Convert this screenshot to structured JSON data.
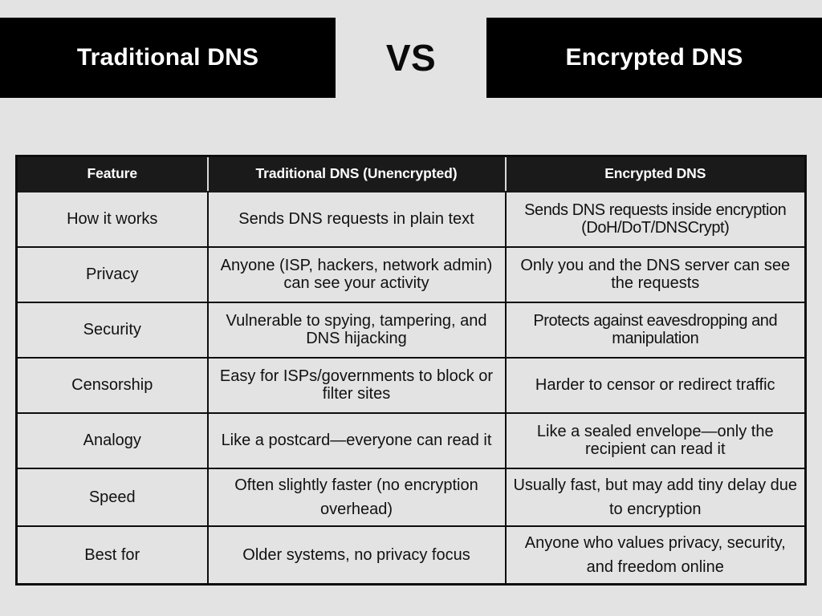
{
  "header": {
    "left_banner": "Traditional DNS",
    "versus": "VS",
    "right_banner": "Encrypted DNS"
  },
  "table": {
    "columns": [
      "Feature",
      "Traditional DNS (Unencrypted)",
      "Encrypted DNS"
    ],
    "rows": [
      {
        "feature": "How it works",
        "traditional": "Sends DNS requests in plain text",
        "encrypted": "Sends DNS requests inside encryption (DoH/DoT/DNSCrypt)"
      },
      {
        "feature": "Privacy",
        "traditional": "Anyone (ISP, hackers, network admin) can see your activity",
        "encrypted": "Only you and the DNS server can see the requests"
      },
      {
        "feature": "Security",
        "traditional": "Vulnerable to spying, tampering, and DNS hijacking",
        "encrypted": "Protects against eavesdropping and manipulation"
      },
      {
        "feature": "Censorship",
        "traditional": "Easy for ISPs/governments to block or filter sites",
        "encrypted": "Harder to censor or redirect traffic"
      },
      {
        "feature": "Analogy",
        "traditional": "Like a postcard—everyone can read it",
        "encrypted": "Like a sealed envelope—only the recipient can read it"
      },
      {
        "feature": "Speed",
        "traditional": "Often slightly faster (no encryption overhead)",
        "encrypted": "Usually fast, but may add tiny delay due to encryption"
      },
      {
        "feature": "Best for",
        "traditional": "Older systems, no privacy focus",
        "encrypted": "Anyone who values privacy, security, and freedom online"
      }
    ]
  },
  "colors": {
    "page_background": "#e3e3e3",
    "banner_background": "#000000",
    "table_header_background": "#1a1a1a",
    "table_border": "#0d0d0d",
    "cell_background": "#e3e3e3",
    "banner_text": "#ffffff",
    "body_text": "#111111"
  }
}
